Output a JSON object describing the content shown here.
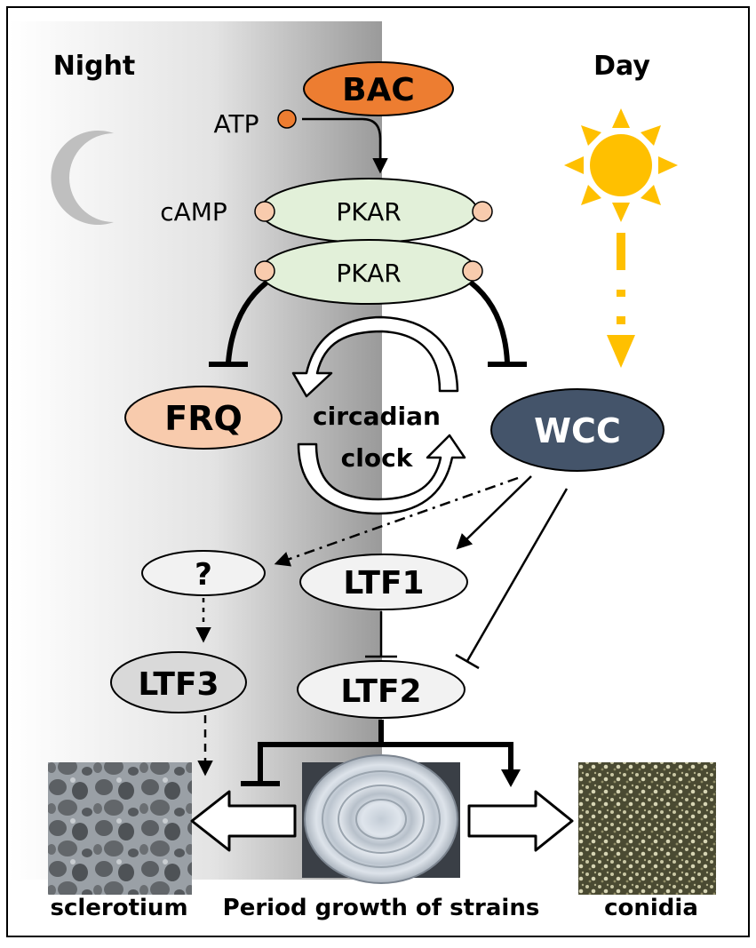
{
  "labels": {
    "night": "Night",
    "day": "Day",
    "bac": "BAC",
    "atp": "ATP",
    "camp": "cAMP",
    "pkar_top": "PKAR",
    "pkar_bottom": "PKAR",
    "frq": "FRQ",
    "clock_line1": "circadian",
    "clock_line2": "clock",
    "wcc": "WCC",
    "unknown": "?",
    "ltf1": "LTF1",
    "ltf2": "LTF2",
    "ltf3": "LTF3",
    "sclerotium": "sclerotium",
    "period_growth": "Period growth of strains",
    "conidia": "conidia"
  },
  "colors": {
    "bac_fill": "#ED7D31",
    "atp_fill": "#ED7D31",
    "pkar_fill": "#E2F0D9",
    "camp_fill": "#F8CBAD",
    "frq_fill": "#F8CBAD",
    "wcc_fill": "#44546A",
    "ltf_light_fill": "#F2F2F2",
    "ltf3_fill": "#D9D9D9",
    "sun": "#FFC000",
    "moon": "#BFBFBF"
  },
  "icons": {
    "moon": "crescent-moon-icon",
    "sun": "sun-icon"
  }
}
